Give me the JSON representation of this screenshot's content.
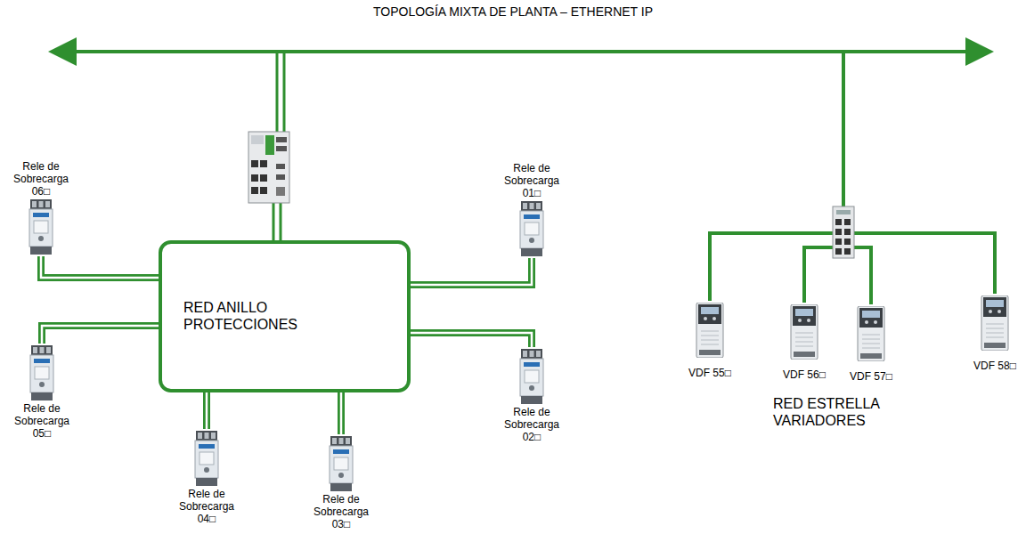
{
  "diagram": {
    "title": "TOPOLOGÍA MIXTA DE PLANTA – ETHERNET IP",
    "nodes": [
      {
        "text": [
          "RED ANILLO PROTECCIONES"
        ]
      },
      {
        "text": [
          "Rele de Sobrecarga 06□"
        ]
      },
      {
        "text": [
          "Rele de Sobrecarga 01□"
        ]
      },
      {
        "text": [
          "Rele de Sobrecarga 05□"
        ]
      },
      {
        "text": [
          "Rele de Sobrecarga 02□"
        ]
      },
      {
        "text": [
          "Rele de Sobrecarga 04□"
        ]
      },
      {
        "text": [
          "Rele de Sobrecarga 03□"
        ]
      },
      {
        "text": [
          "VDF 55□"
        ]
      },
      {
        "text": [
          "VDF 56□"
        ]
      },
      {
        "text": [
          "VDF 57□"
        ]
      },
      {
        "text": [
          "VDF 58□"
        ]
      }
    ],
    "edges": [
      {
        "from": 0,
        "to": 1,
        "arrow": "none"
      },
      {
        "from": 0,
        "to": 2,
        "arrow": "none"
      },
      {
        "from": 0,
        "to": 3,
        "arrow": "none"
      },
      {
        "from": 0,
        "to": 4,
        "arrow": "none"
      },
      {
        "from": 0,
        "to": 5,
        "arrow": "none"
      },
      {
        "from": 0,
        "to": 6,
        "arrow": "none"
      }
    ],
    "labels": [
      "RED ESTRELLA VARIADORES"
    ]
  }
}
